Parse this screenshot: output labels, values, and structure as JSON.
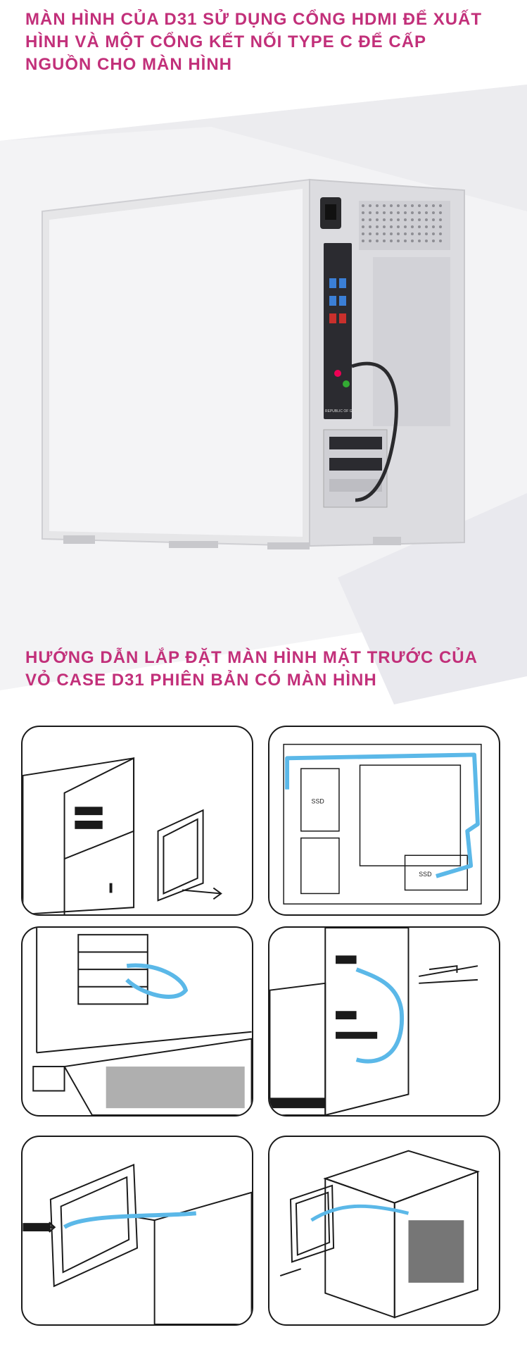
{
  "section1": {
    "title_lines": [
      "MÀN HÌNH CỦA D31 SỬ DỤNG CỔNG HDMI ĐỂ XUẤT",
      "HÌNH VÀ MỘT CỔNG KẾT NỐI TYPE C ĐỂ CẤP",
      "NGUỒN CHO MÀN HÌNH"
    ]
  },
  "section2": {
    "title_lines": [
      "HƯỚNG DẪN LẮP ĐẶT MÀN HÌNH MẶT TRƯỚC CỦA",
      "VỎ CASE D31 PHIÊN BẢN CÓ MÀN HÌNH"
    ]
  },
  "photo_labels": {
    "board_text": "REPUBLIC OF GAMERS"
  },
  "diagram_labels": {
    "ssd_1": "SSD",
    "ssd_2": "SSD"
  },
  "colors": {
    "heading": "#c2307a",
    "cable": "#5bb8e8",
    "line_art": "#1a1a1a"
  }
}
